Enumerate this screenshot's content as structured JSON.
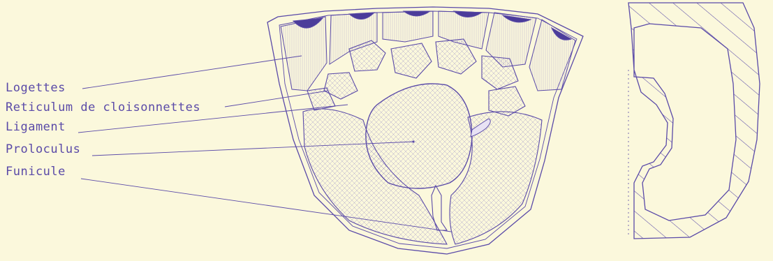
{
  "labels": {
    "logettes": "Logettes",
    "reticulum": "Reticulum de cloisonnettes",
    "ligament": "Ligament",
    "proloculus": "Proloculus",
    "funicule": "Funicule"
  },
  "colors": {
    "paper": "#fbf8dc",
    "ink": "#5a4aa8",
    "ink_dark": "#4b3c9a"
  }
}
